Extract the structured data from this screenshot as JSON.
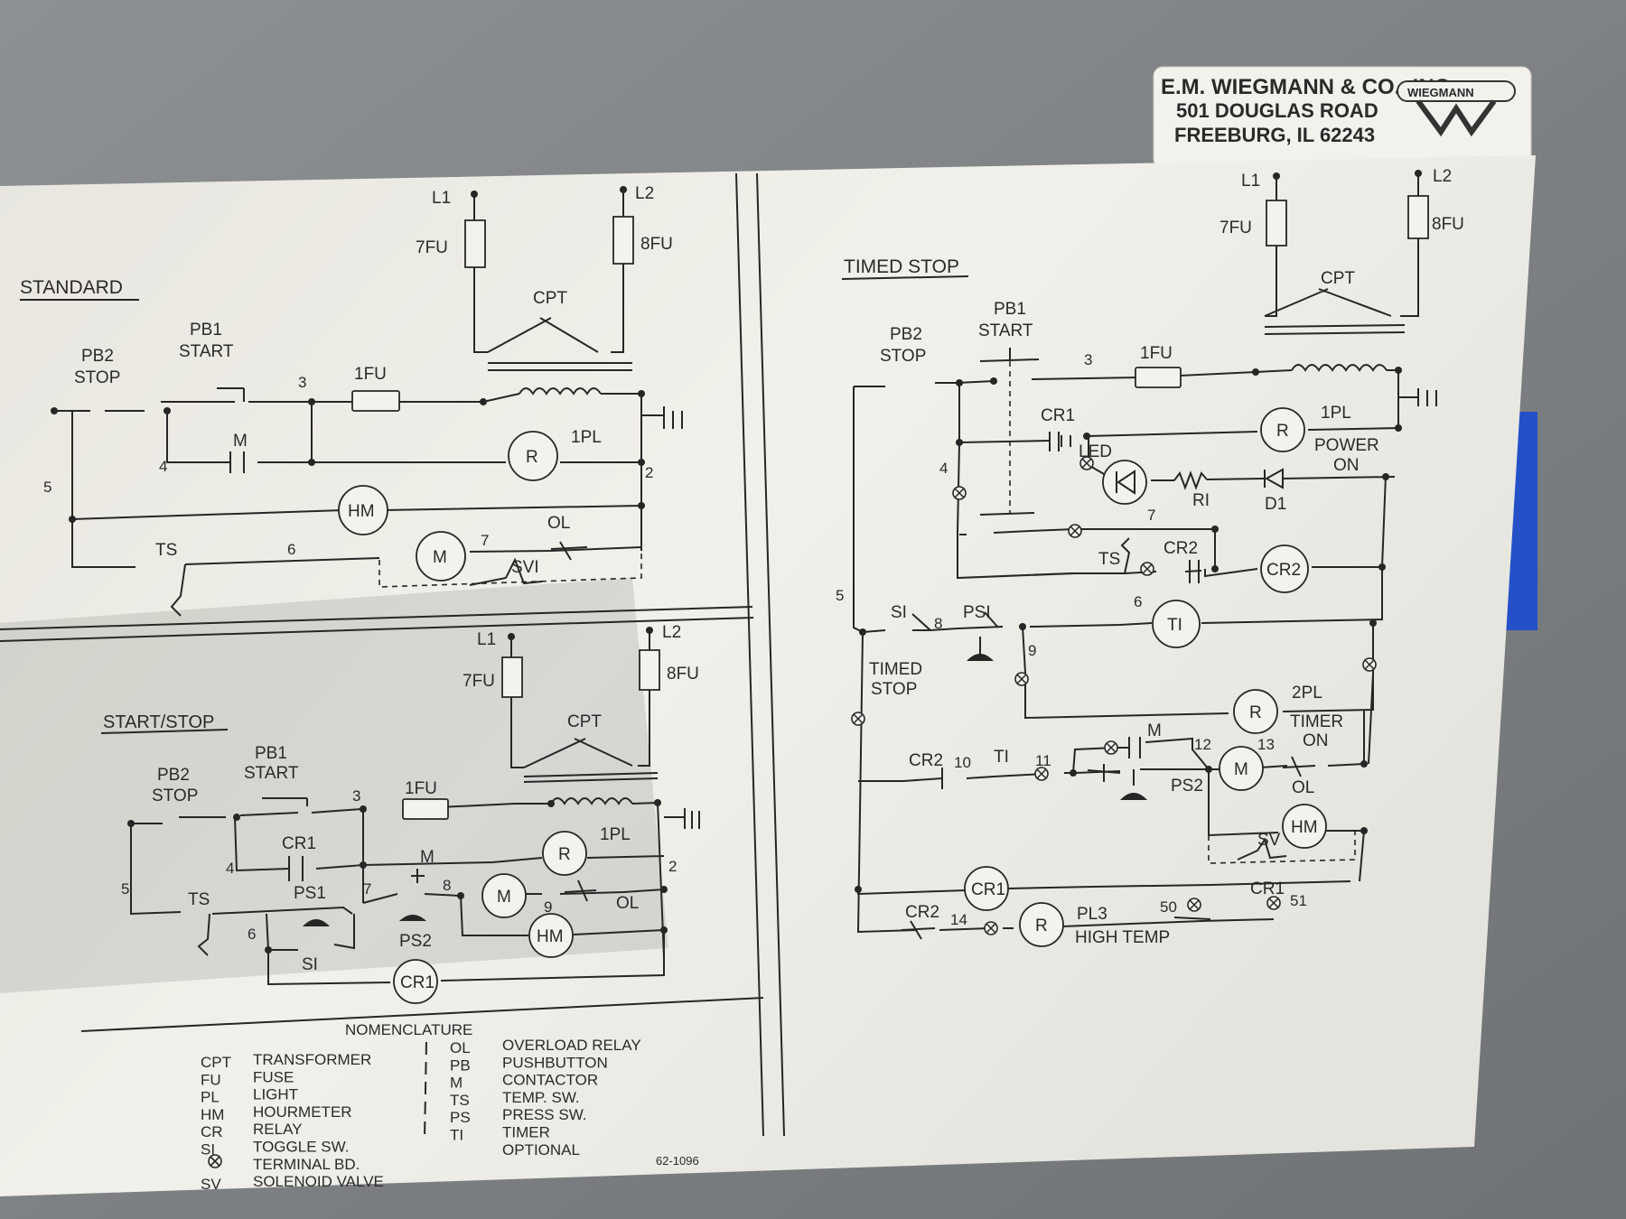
{
  "label": {
    "company": "E.M. WIEGMANN & CO., INC.",
    "street": "501 DOUGLAS ROAD",
    "city": "FREEBURG, IL 62243",
    "logo_text": "WIEGMANN"
  },
  "standard": {
    "title": "STANDARD",
    "pb2": [
      "PB2",
      "STOP"
    ],
    "pb1": [
      "PB1",
      "START"
    ],
    "l1": "L1",
    "l2": "L2",
    "fu7": "7FU",
    "fu8": "8FU",
    "cpt": "CPT",
    "fu1": "1FU",
    "pl": "1PL",
    "pl_letter": "R",
    "hm": "HM",
    "motor": "M",
    "contact_m": "M",
    "ts": "TS",
    "ol": "OL",
    "svi": "SVI",
    "n3": "3",
    "n4": "4",
    "n5": "5",
    "n2": "2",
    "n6": "6",
    "n7": "7"
  },
  "startstop": {
    "title": "START/STOP",
    "pb2": [
      "PB2",
      "STOP"
    ],
    "pb1": [
      "PB1",
      "START"
    ],
    "l1": "L1",
    "l2": "L2",
    "fu7": "7FU",
    "fu8": "8FU",
    "cpt": "CPT",
    "fu1": "1FU",
    "cr1_contact": "CR1",
    "cr1_coil": "CR1",
    "pl": "1PL",
    "pl_letter": "R",
    "contact_m": "M",
    "motor": "M",
    "hm": "HM",
    "ol": "OL",
    "ts": "TS",
    "ps1": "PS1",
    "ps2": "PS2",
    "si": "SI",
    "n3": "3",
    "n4": "4",
    "n5": "5",
    "n2": "2",
    "n6": "6",
    "n7": "7",
    "n8": "8",
    "n9": "9"
  },
  "timed": {
    "title": "TIMED STOP",
    "pb2": [
      "PB2",
      "STOP"
    ],
    "pb1": [
      "PB1",
      "START"
    ],
    "l1": "L1",
    "l2": "L2",
    "fu7": "7FU",
    "fu8": "8FU",
    "cpt": "CPT",
    "fu1": "1FU",
    "cr1_contact": "CR1",
    "pl1": "1PL",
    "power_on": [
      "POWER",
      "ON"
    ],
    "pl_letter": "R",
    "led": "LED",
    "ri": "RI",
    "d1": "D1",
    "ts": "TS",
    "cr2_contact": "CR2",
    "cr2_coil": "CR2",
    "si": "SI",
    "psi": "PSI",
    "ti_coil": "TI",
    "timed_stop": [
      "TIMED",
      "STOP"
    ],
    "pl2": "2PL",
    "timer_on": [
      "TIMER",
      "ON"
    ],
    "cr2_b": "CR2",
    "ti_contact": "TI",
    "contact_m": "M",
    "ps2": "PS2",
    "motor": "M",
    "ol": "OL",
    "hm": "HM",
    "sv": "SV",
    "cr1_coil": "CR1",
    "cr1_b": "CR1",
    "cr2_c": "CR2",
    "pl3": "PL3",
    "high_temp": "HIGH TEMP",
    "n3": "3",
    "n4": "4",
    "n5": "5",
    "n6": "6",
    "n7": "7",
    "n8": "8",
    "n9": "9",
    "n10": "10",
    "n11": "11",
    "n12": "12",
    "n13": "13",
    "n14": "14",
    "n50": "50",
    "n51": "51"
  },
  "nomenclature": {
    "title": "NOMENCLATURE",
    "left": [
      {
        "code": "CPT",
        "desc": "TRANSFORMER"
      },
      {
        "code": "FU",
        "desc": "FUSE"
      },
      {
        "code": "PL",
        "desc": "LIGHT"
      },
      {
        "code": "HM",
        "desc": "HOURMETER"
      },
      {
        "code": "CR",
        "desc": "RELAY"
      },
      {
        "code": "SI",
        "desc": "TOGGLE SW."
      },
      {
        "code": "",
        "desc": "TERMINAL BD."
      },
      {
        "code": "SV",
        "desc": "SOLENOID VALVE"
      }
    ],
    "right": [
      {
        "code": "OL",
        "desc": "OVERLOAD RELAY"
      },
      {
        "code": "PB",
        "desc": "PUSHBUTTON"
      },
      {
        "code": "M",
        "desc": "CONTACTOR"
      },
      {
        "code": "TS",
        "desc": "TEMP. SW."
      },
      {
        "code": "PS",
        "desc": "PRESS SW."
      },
      {
        "code": "TI",
        "desc": "TIMER"
      },
      {
        "code": "",
        "desc": "OPTIONAL"
      }
    ],
    "part_number": "62-1096"
  }
}
